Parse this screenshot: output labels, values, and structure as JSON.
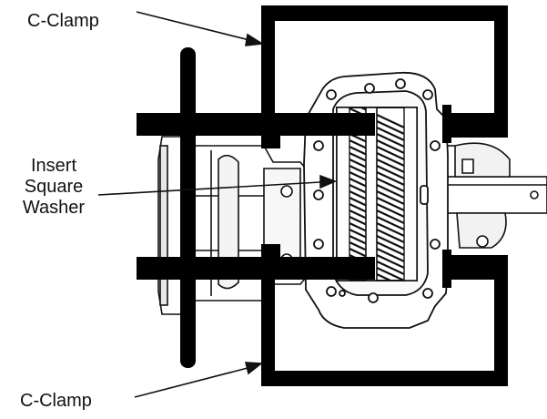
{
  "labels": {
    "top_clamp": "C-Clamp",
    "insert_line1": "Insert",
    "insert_line2": "Square",
    "insert_line3": "Washer",
    "bottom_clamp": "C-Clamp"
  },
  "colors": {
    "ink": "#111111",
    "paper": "#ffffff",
    "mid_gray": "#cfcfcf"
  }
}
